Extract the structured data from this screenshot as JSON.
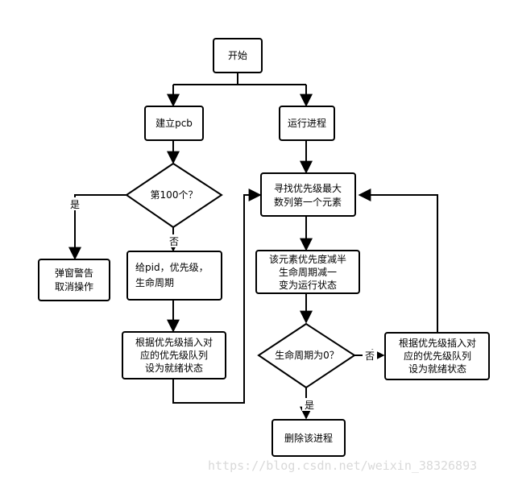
{
  "colors": {
    "stroke": "#000000",
    "fill": "#ffffff",
    "text": "#000000",
    "watermark": "#d9d9d9"
  },
  "nodes": {
    "start": "开始",
    "create_pcb": "建立pcb",
    "run_process": "运行进程",
    "check_100": "第100个？",
    "find_max": [
      "寻找优先级最大",
      "数列第一个元素"
    ],
    "popup_warning": [
      "弹窗警告",
      "取消操作"
    ],
    "set_pid": [
      "给pid，优先级，",
      "生命周期"
    ],
    "decrease": [
      "该元素优先度减半",
      "生命周期减一",
      "变为运行状态"
    ],
    "insert_ready_left": [
      "根据优先级插入对",
      "应的优先级队列",
      "设为就绪状态"
    ],
    "check_life": "生命周期为0？",
    "insert_ready_right": [
      "根据优先级插入对",
      "应的优先级队列",
      "设为就绪状态"
    ],
    "delete_process": "删除该进程"
  },
  "edge_labels": {
    "yes_left": "是",
    "no_down": "否",
    "no_right": "否",
    "yes_down": "是"
  },
  "watermark": "https://blog.csdn.net/weixin_38326893"
}
